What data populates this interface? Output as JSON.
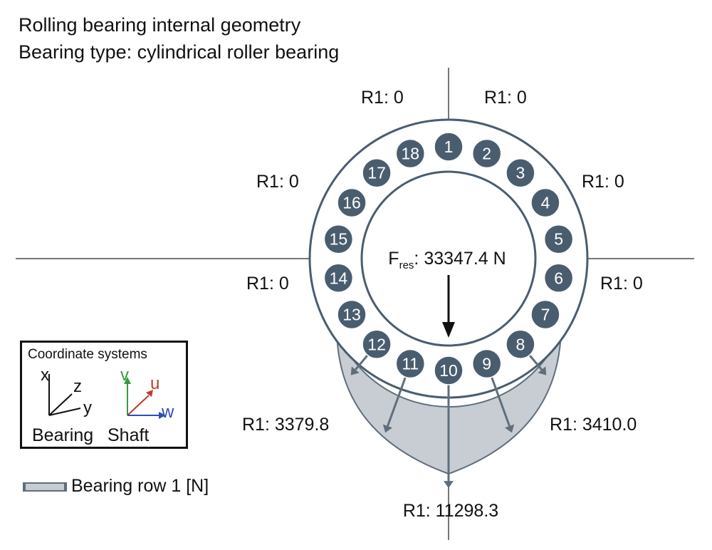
{
  "header": {
    "title": "Rolling bearing internal geometry",
    "subtitle": "Bearing type: cylindrical roller bearing"
  },
  "diagram": {
    "roller_count": 18,
    "rollers": [
      "1",
      "2",
      "3",
      "4",
      "5",
      "6",
      "7",
      "8",
      "9",
      "10",
      "11",
      "12",
      "13",
      "14",
      "15",
      "16",
      "17",
      "18"
    ],
    "resultant_force": {
      "symbol": "F",
      "subscript": "res",
      "value_text": ": 33347.4 N"
    },
    "load_labels": {
      "top_left": "R1: 0",
      "top_right": "R1: 0",
      "upper_left": "R1: 0",
      "upper_right": "R1: 0",
      "mid_left": "R1: 0",
      "mid_right": "R1: 0",
      "lower_left": "R1: 3379.8",
      "lower_right": "R1: 3410.0",
      "bottom": "R1: 11298.3"
    },
    "loaded_rollers": [
      {
        "roller": "12",
        "load": 0.3
      },
      {
        "roller": "11",
        "load": 0.6
      },
      {
        "roller": "10",
        "load": 1.0
      },
      {
        "roller": "9",
        "load": 0.6
      },
      {
        "roller": "8",
        "load": 0.3
      }
    ],
    "colors": {
      "roller_fill": "#4a5d6f",
      "load_zone_fill": "#c7cdd3",
      "line": "#5f6e7c"
    }
  },
  "coordinate_systems": {
    "title": "Coordinate systems",
    "bearing_label": "Bearing",
    "shaft_label": "Shaft",
    "bearing_axes": {
      "x": "x",
      "y": "y",
      "z": "z"
    },
    "shaft_axes": {
      "v": "v",
      "u": "u",
      "w": "w"
    },
    "axis_colors": {
      "v": "#3a9a3a",
      "u": "#c0392b",
      "w": "#2c4fb0"
    }
  },
  "legend": {
    "label": "Bearing row 1 [N]"
  }
}
